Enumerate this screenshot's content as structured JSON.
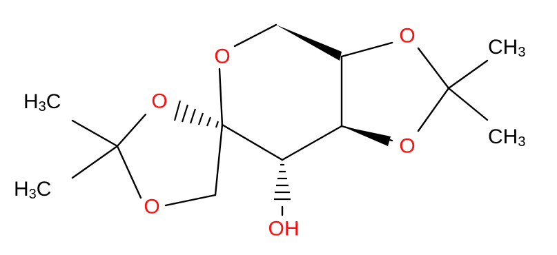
{
  "molecule": {
    "colors": {
      "oxygen": "#ff0d0d",
      "carbon": "#000000",
      "background": "#ffffff"
    },
    "atoms": {
      "o_ring": "O",
      "o_dioxolane_left_top": "O",
      "o_dioxolane_left_bottom": "O",
      "o_dioxolane_right_top": "O",
      "o_dioxolane_right_bottom": "O",
      "hydroxyl": "OH",
      "methyl_left_top": {
        "main": "H",
        "sub": "3",
        "tail": "C"
      },
      "methyl_left_bottom": {
        "main": "H",
        "sub": "3",
        "tail": "C"
      },
      "methyl_right_top": {
        "main": "CH",
        "sub": "3"
      },
      "methyl_right_bottom": {
        "main": "CH",
        "sub": "3"
      }
    }
  }
}
